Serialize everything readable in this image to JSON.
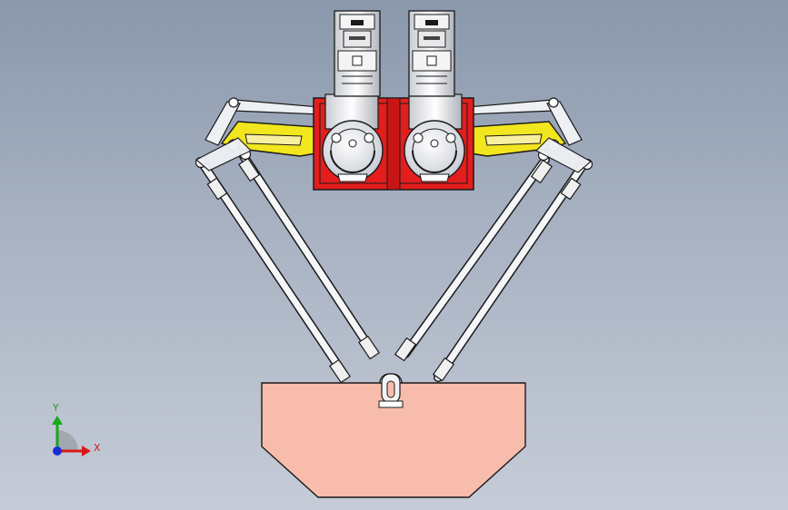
{
  "scene": {
    "title": "",
    "model": "delta-robot-assembly",
    "colors": {
      "background_top": "#8a98ac",
      "background_bottom": "#c6ccd8",
      "motor_mount": "#e41d1d",
      "upper_arm": "#f2e61e",
      "rod": "#f0f2f6",
      "platform": "#f8bcac",
      "outline": "#1a1a1a"
    }
  },
  "triad": {
    "x_label": "X",
    "y_label": "Y",
    "x_color": "#d81818",
    "y_color": "#18a818",
    "z_color": "#1a2ed8"
  }
}
